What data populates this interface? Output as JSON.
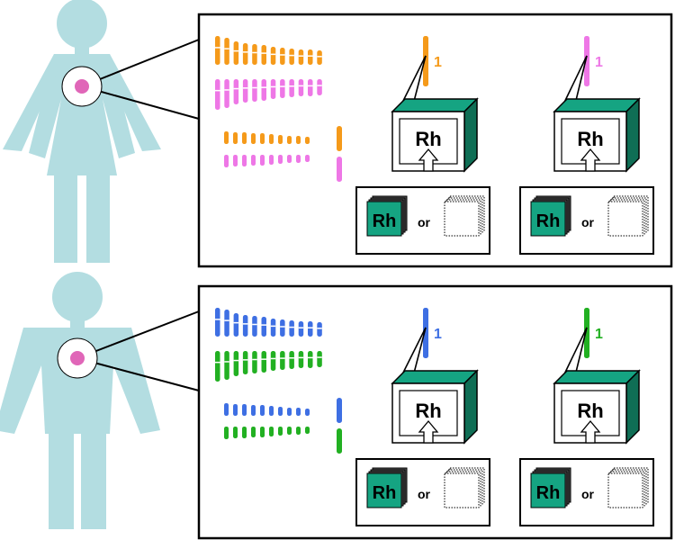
{
  "colors": {
    "person": "#b3dde1",
    "cube_face": "#15a482",
    "cube_dark": "#0f6e55",
    "cell_pink": "#e066b8"
  },
  "panels": [
    {
      "id": "female",
      "person": "female",
      "maternal_color": "#f59a1a",
      "paternal_color": "#ee77e6",
      "label_color_left": "#f59a1a",
      "label_color_right": "#ee77e6",
      "left_chromosome_label": "1",
      "right_chromosome_label": "1",
      "gene_label_left": "Rh",
      "gene_label_right": "Rh",
      "option_left": {
        "allele": "Rh",
        "or_text": "or"
      },
      "option_right": {
        "allele": "Rh",
        "or_text": "or"
      }
    },
    {
      "id": "male",
      "person": "male",
      "maternal_color": "#3e6fe3",
      "paternal_color": "#22b022",
      "label_color_left": "#3e6fe3",
      "label_color_right": "#22b022",
      "left_chromosome_label": "1",
      "right_chromosome_label": "1",
      "gene_label_left": "Rh",
      "gene_label_right": "Rh",
      "option_left": {
        "allele": "Rh",
        "or_text": "or"
      },
      "option_right": {
        "allele": "Rh",
        "or_text": "or"
      }
    }
  ]
}
